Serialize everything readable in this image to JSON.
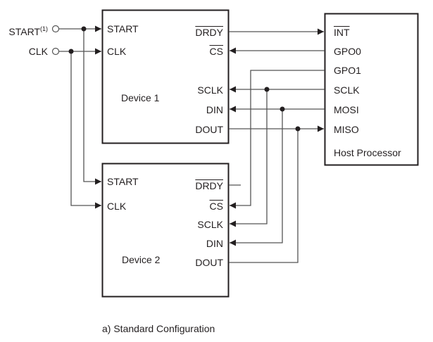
{
  "inputs": {
    "start": {
      "label": "START",
      "superscript": "(1)"
    },
    "clk": {
      "label": "CLK"
    }
  },
  "device1": {
    "name": "Device 1",
    "left_pins": [
      "START",
      "CLK"
    ],
    "right_pins": {
      "drdy": "DRDY",
      "cs": "CS",
      "sclk": "SCLK",
      "din": "DIN",
      "dout": "DOUT"
    }
  },
  "device2": {
    "name": "Device 2",
    "left_pins": [
      "START",
      "CLK"
    ],
    "right_pins": {
      "drdy": "DRDY",
      "cs": "CS",
      "sclk": "SCLK",
      "din": "DIN",
      "dout": "DOUT"
    }
  },
  "host": {
    "name": "Host Processor",
    "pins": {
      "int": "INT",
      "gpo0": "GPO0",
      "gpo1": "GPO1",
      "sclk": "SCLK",
      "mosi": "MOSI",
      "miso": "MISO"
    }
  },
  "caption": "a) Standard Configuration",
  "colors": {
    "line": "#231f20",
    "wire": "#5a5a5a"
  }
}
